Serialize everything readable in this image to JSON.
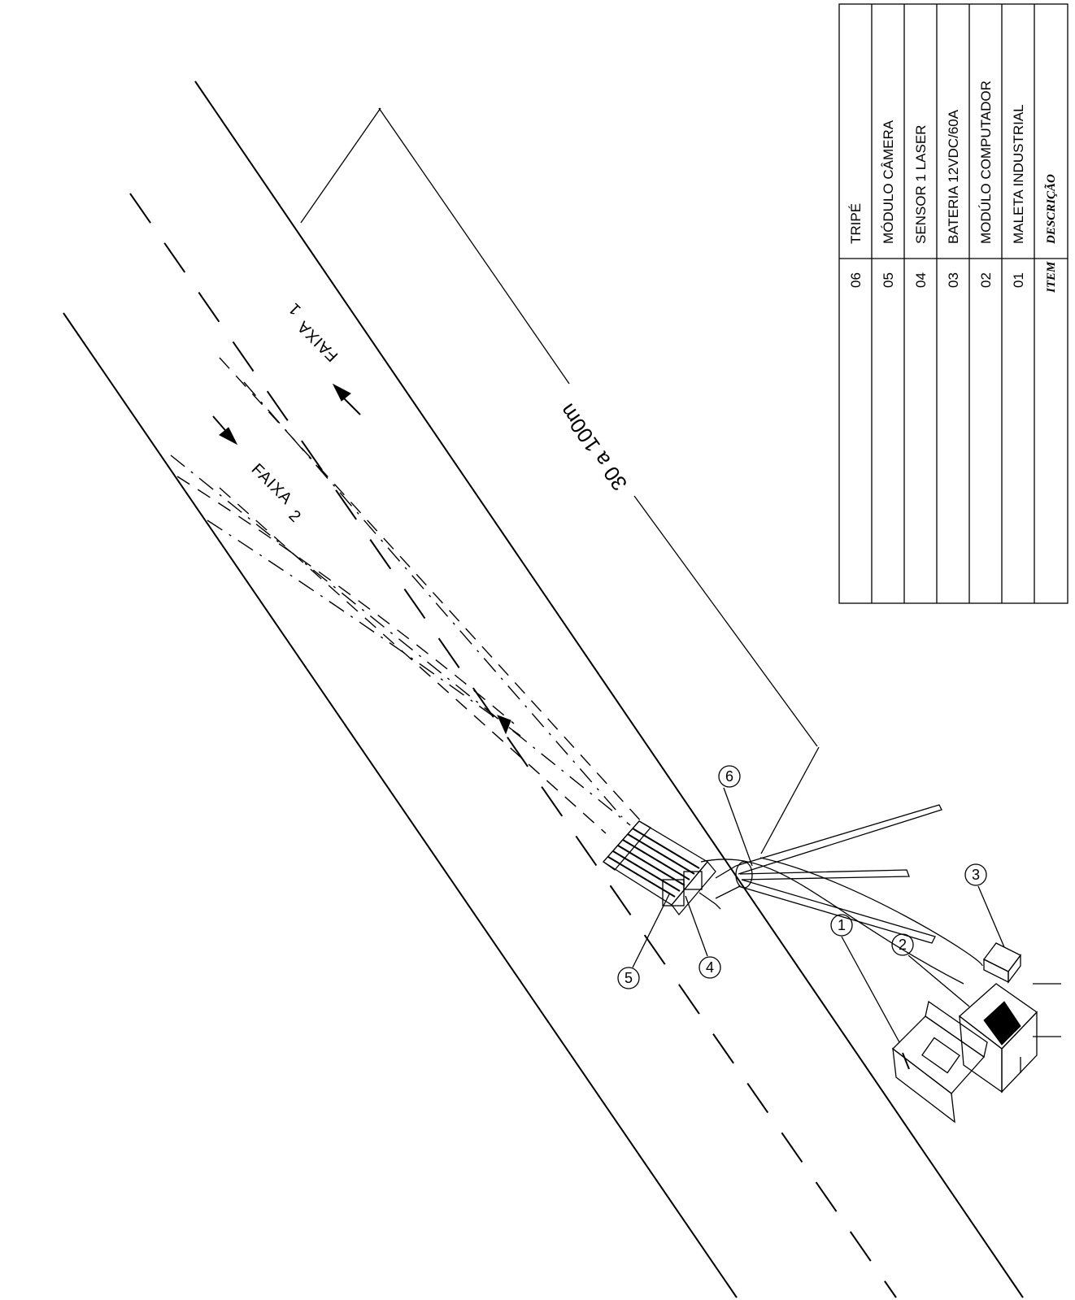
{
  "dimension": {
    "label": "30 a 100m"
  },
  "lanes": [
    {
      "label": "FAIXA",
      "sub": "1"
    },
    {
      "label": "FAIXA",
      "sub": "2"
    }
  ],
  "callouts": [
    "1",
    "2",
    "3",
    "4",
    "5",
    "6"
  ],
  "parts_table": {
    "header_item": "ITEM",
    "header_description": "DESCRIÇÃO",
    "rows": [
      {
        "item": "06",
        "description": "TRIPÉ"
      },
      {
        "item": "05",
        "description": "MÓDULO CÂMERA"
      },
      {
        "item": "04",
        "description": "SENSOR 1 LASER"
      },
      {
        "item": "03",
        "description": "BATERIA 12VDC/60A"
      },
      {
        "item": "02",
        "description": "MODÚLO COMPUTADOR"
      },
      {
        "item": "01",
        "description": "MALETA INDUSTRIAL"
      }
    ]
  }
}
